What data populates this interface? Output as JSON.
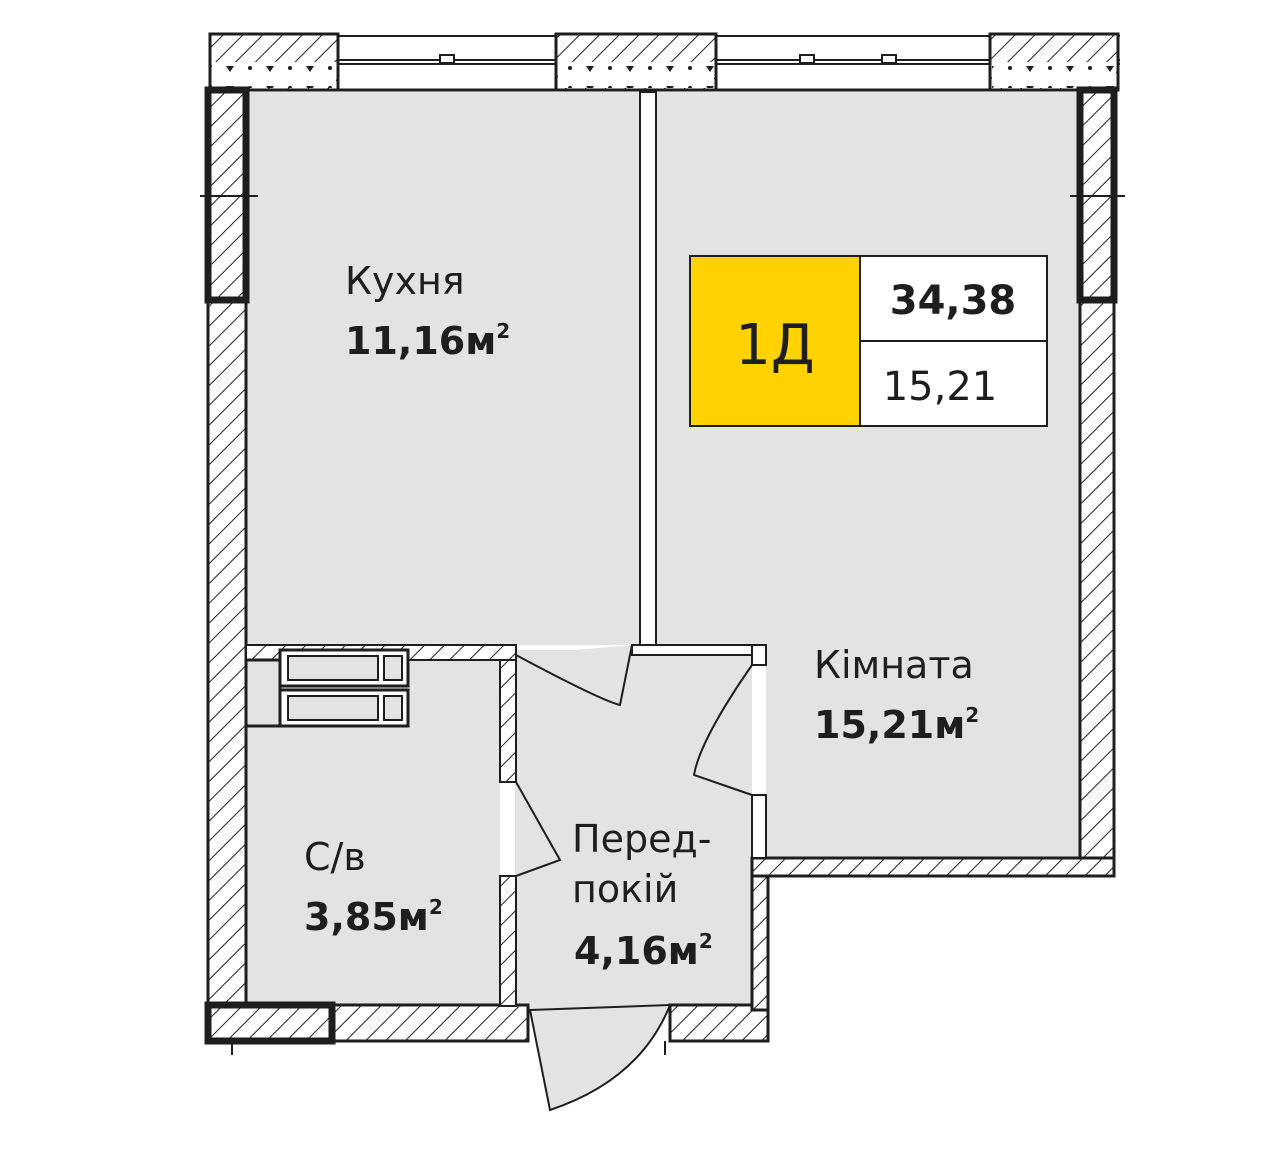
{
  "rooms": {
    "kitchen": {
      "name": "Кухня",
      "area": "11,16м",
      "sup": "2"
    },
    "room": {
      "name": "Кімната",
      "area": "15,21м",
      "sup": "2"
    },
    "bathroom": {
      "name": "С/в",
      "area": "3,85м",
      "sup": "2"
    },
    "hallway": {
      "name_line1": "Перед-",
      "name_line2": "покій",
      "area": "4,16м",
      "sup": "2"
    }
  },
  "badge": {
    "code": "1Д",
    "total_area": "34,38",
    "living_area": "15,21",
    "accent_color": "#ffd200"
  },
  "colors": {
    "floor": "#e3e3e3",
    "wall": "#1e1e1e",
    "background": "#ffffff"
  }
}
